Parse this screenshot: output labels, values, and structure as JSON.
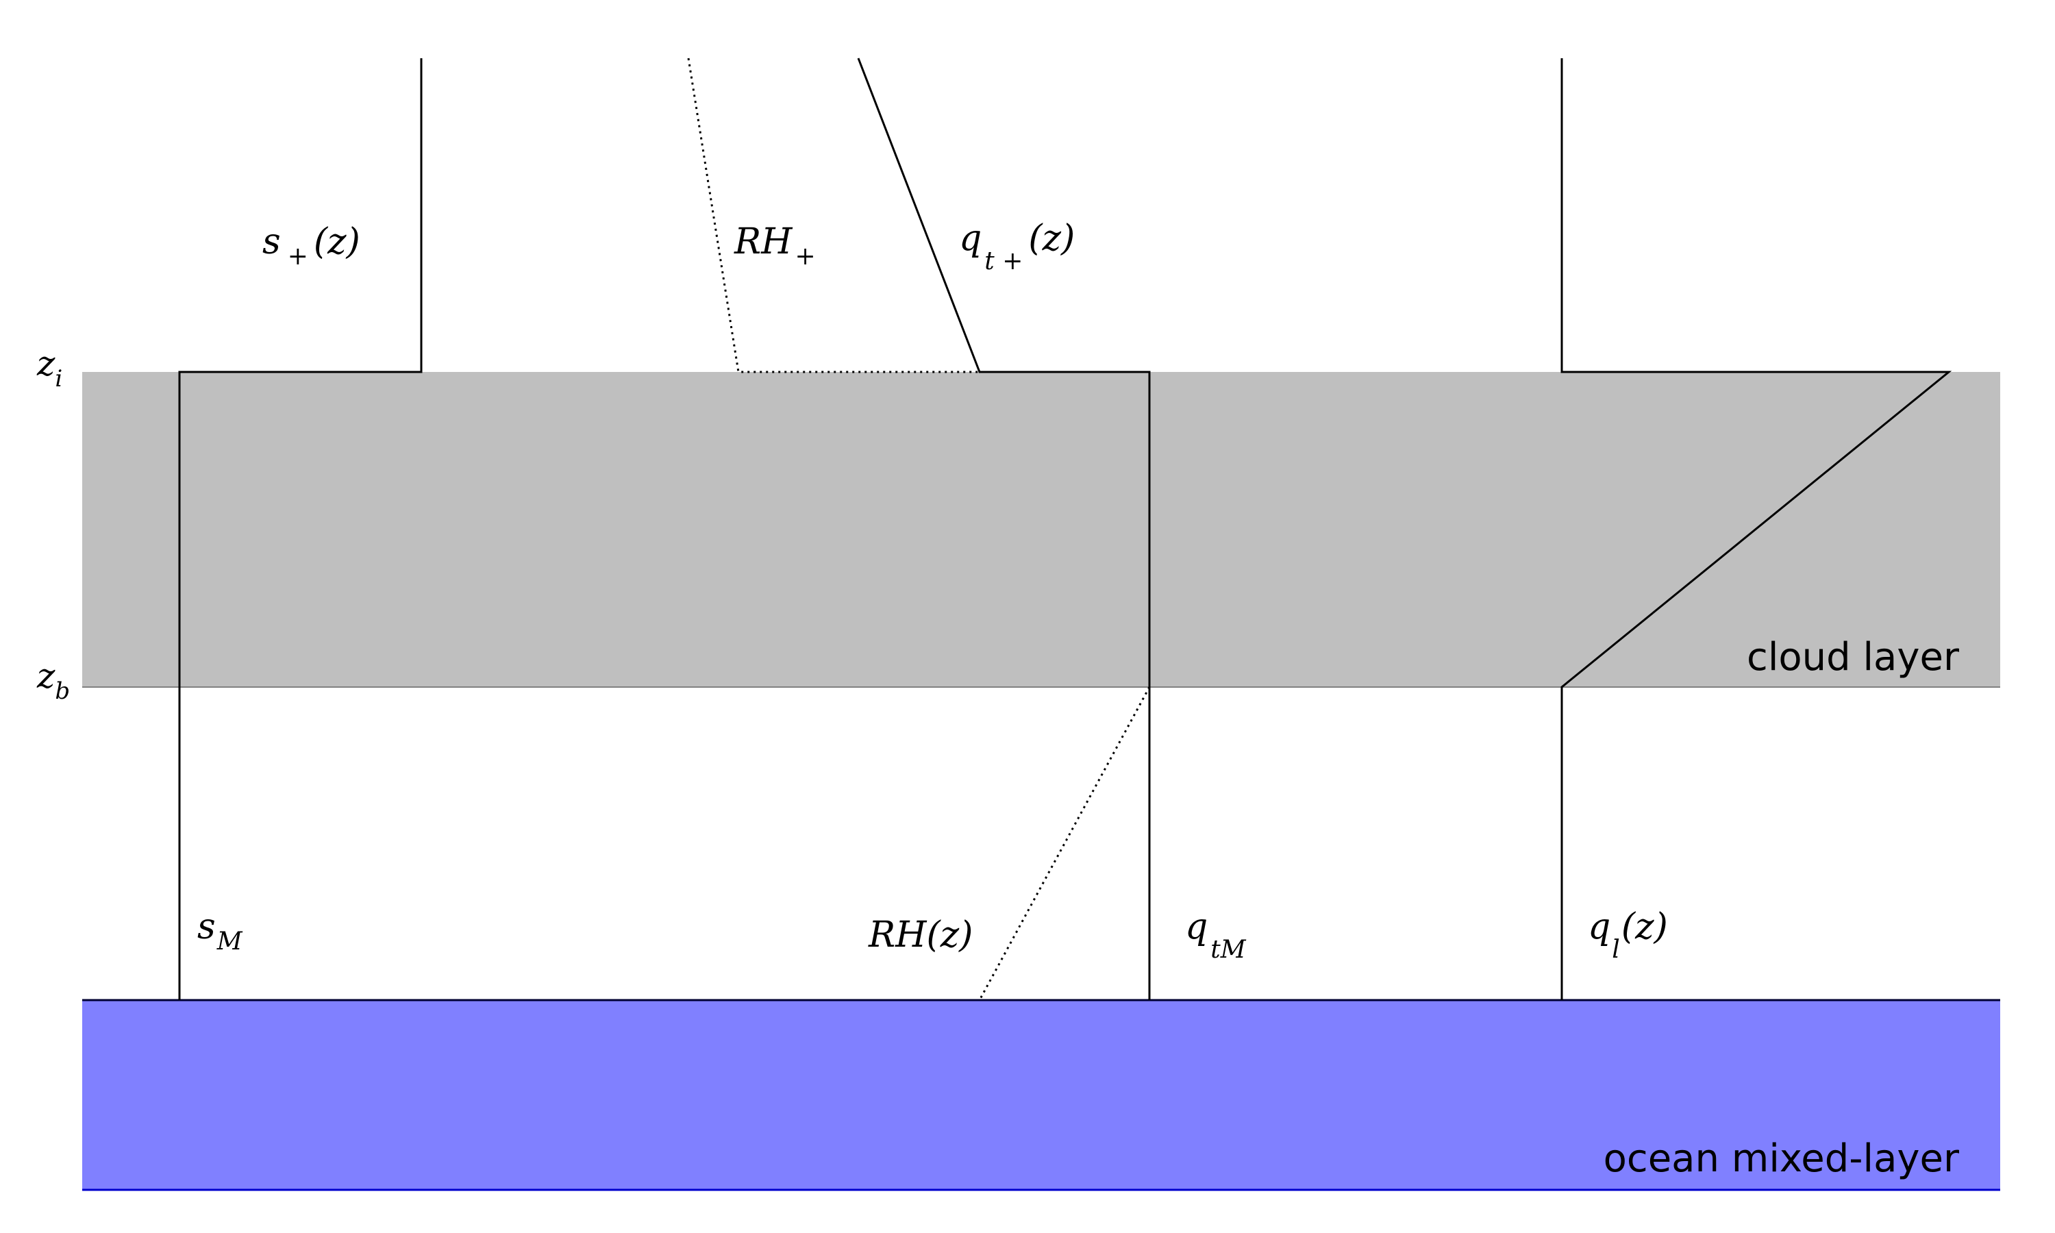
{
  "levels": {
    "zi": {
      "base": "z",
      "sub": "i"
    },
    "zb": {
      "base": "z",
      "sub": "b"
    }
  },
  "layers": {
    "cloud_label": "cloud layer",
    "ocean_label": "ocean mixed-layer"
  },
  "profiles": {
    "s_plus": {
      "base": "s",
      "sub": "+",
      "arg": "(z)"
    },
    "rh_plus": {
      "base": "RH",
      "sub": "+"
    },
    "qt_plus": {
      "base": "q",
      "sub": "t +",
      "arg": "(z)"
    },
    "s_M": {
      "base": "s",
      "sub": "M"
    },
    "rh_z": {
      "text": "RH(z)"
    },
    "qt_M": {
      "base": "q",
      "sub": "tM"
    },
    "ql_z": {
      "base": "q",
      "sub": "l",
      "arg": "(z)"
    }
  },
  "colors": {
    "cloud_fill": "#bfbfbf",
    "ocean_fill": "#8080ff",
    "ocean_edge": "#0000cc",
    "cloud_base_line": "#808080",
    "line": "#000000"
  }
}
